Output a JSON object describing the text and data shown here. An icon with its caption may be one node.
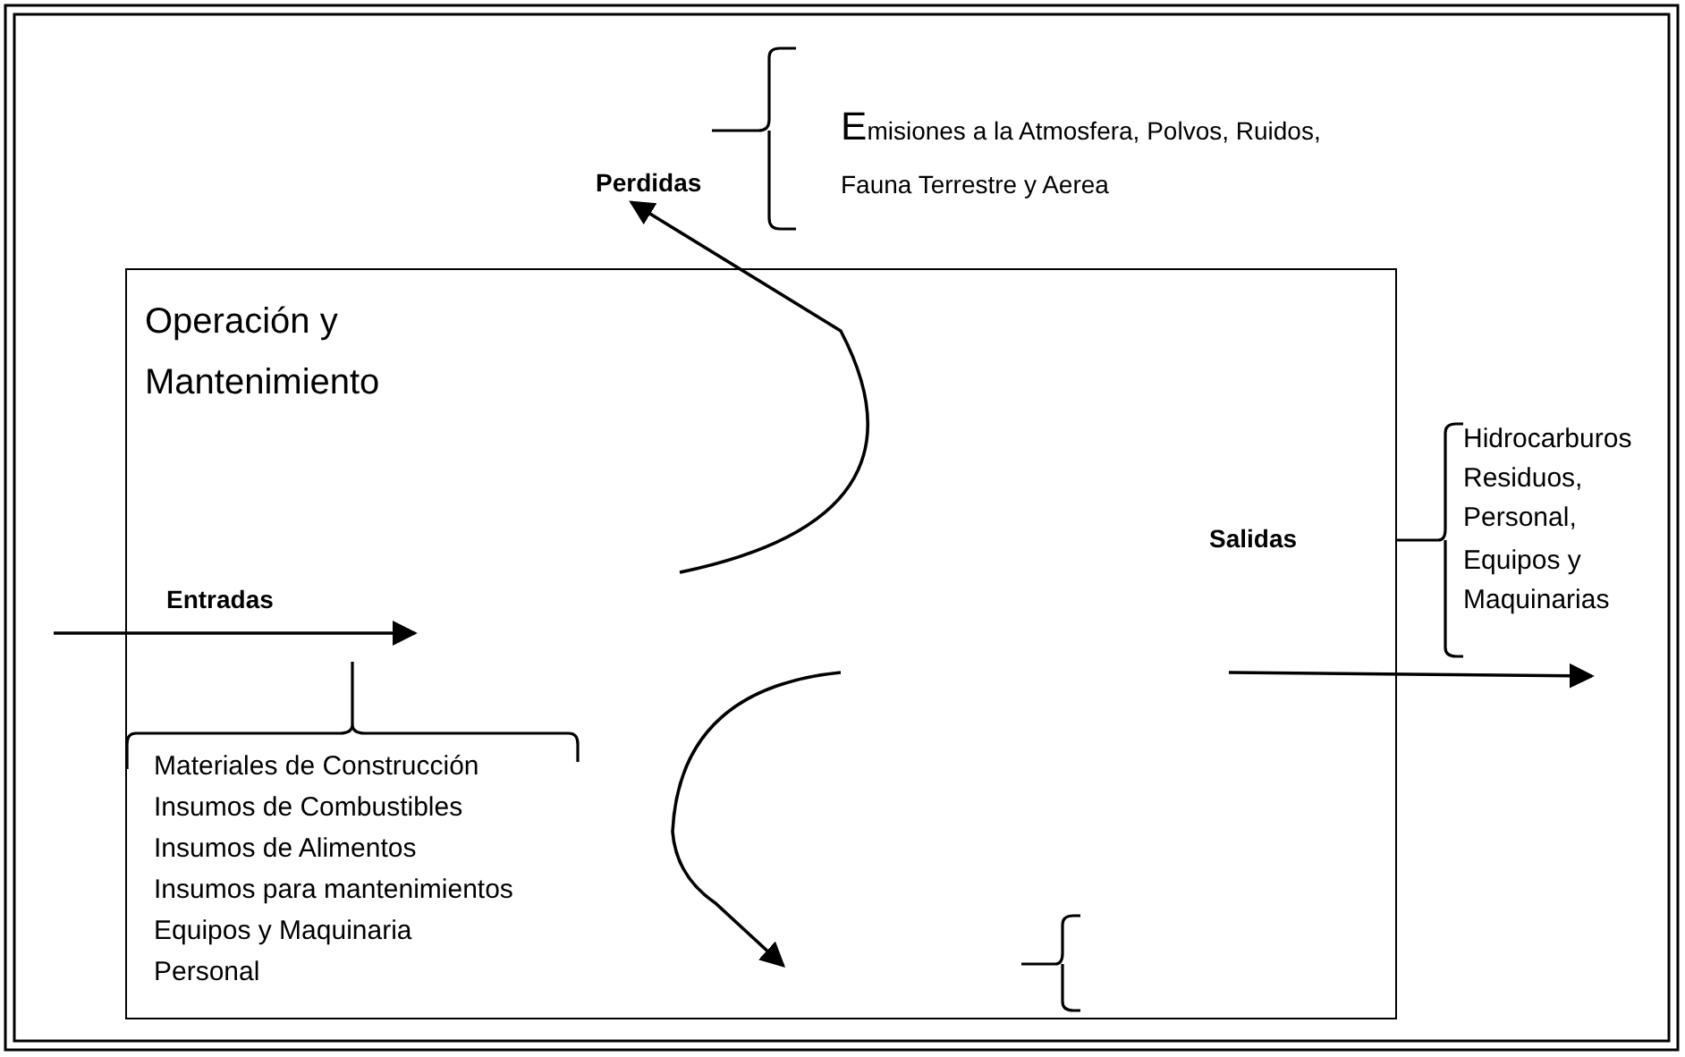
{
  "diagram": {
    "nodes": [
      {
        "text": [
          "Operación y Mantenimiento"
        ]
      },
      {
        "text": [
          "Perdidas"
        ]
      }
    ],
    "edges": [
      {
        "from": 0,
        "to": 1,
        "arrow": "to"
      }
    ],
    "labels": [
      "Emisiones a la Atmosfera, Polvos, Ruidos, Fauna Terrestre y Aerea",
      "Entradas",
      "Materiales de Construcción",
      "Insumos de Combustibles",
      "Insumos de Alimentos",
      "Insumos para mantenimientos",
      "Equipos y Maquinaria",
      "Personal",
      "Salidas",
      "Hidrocarburos",
      "Residuos,",
      "Personal,",
      "Equipos y Maquinarias"
    ]
  }
}
